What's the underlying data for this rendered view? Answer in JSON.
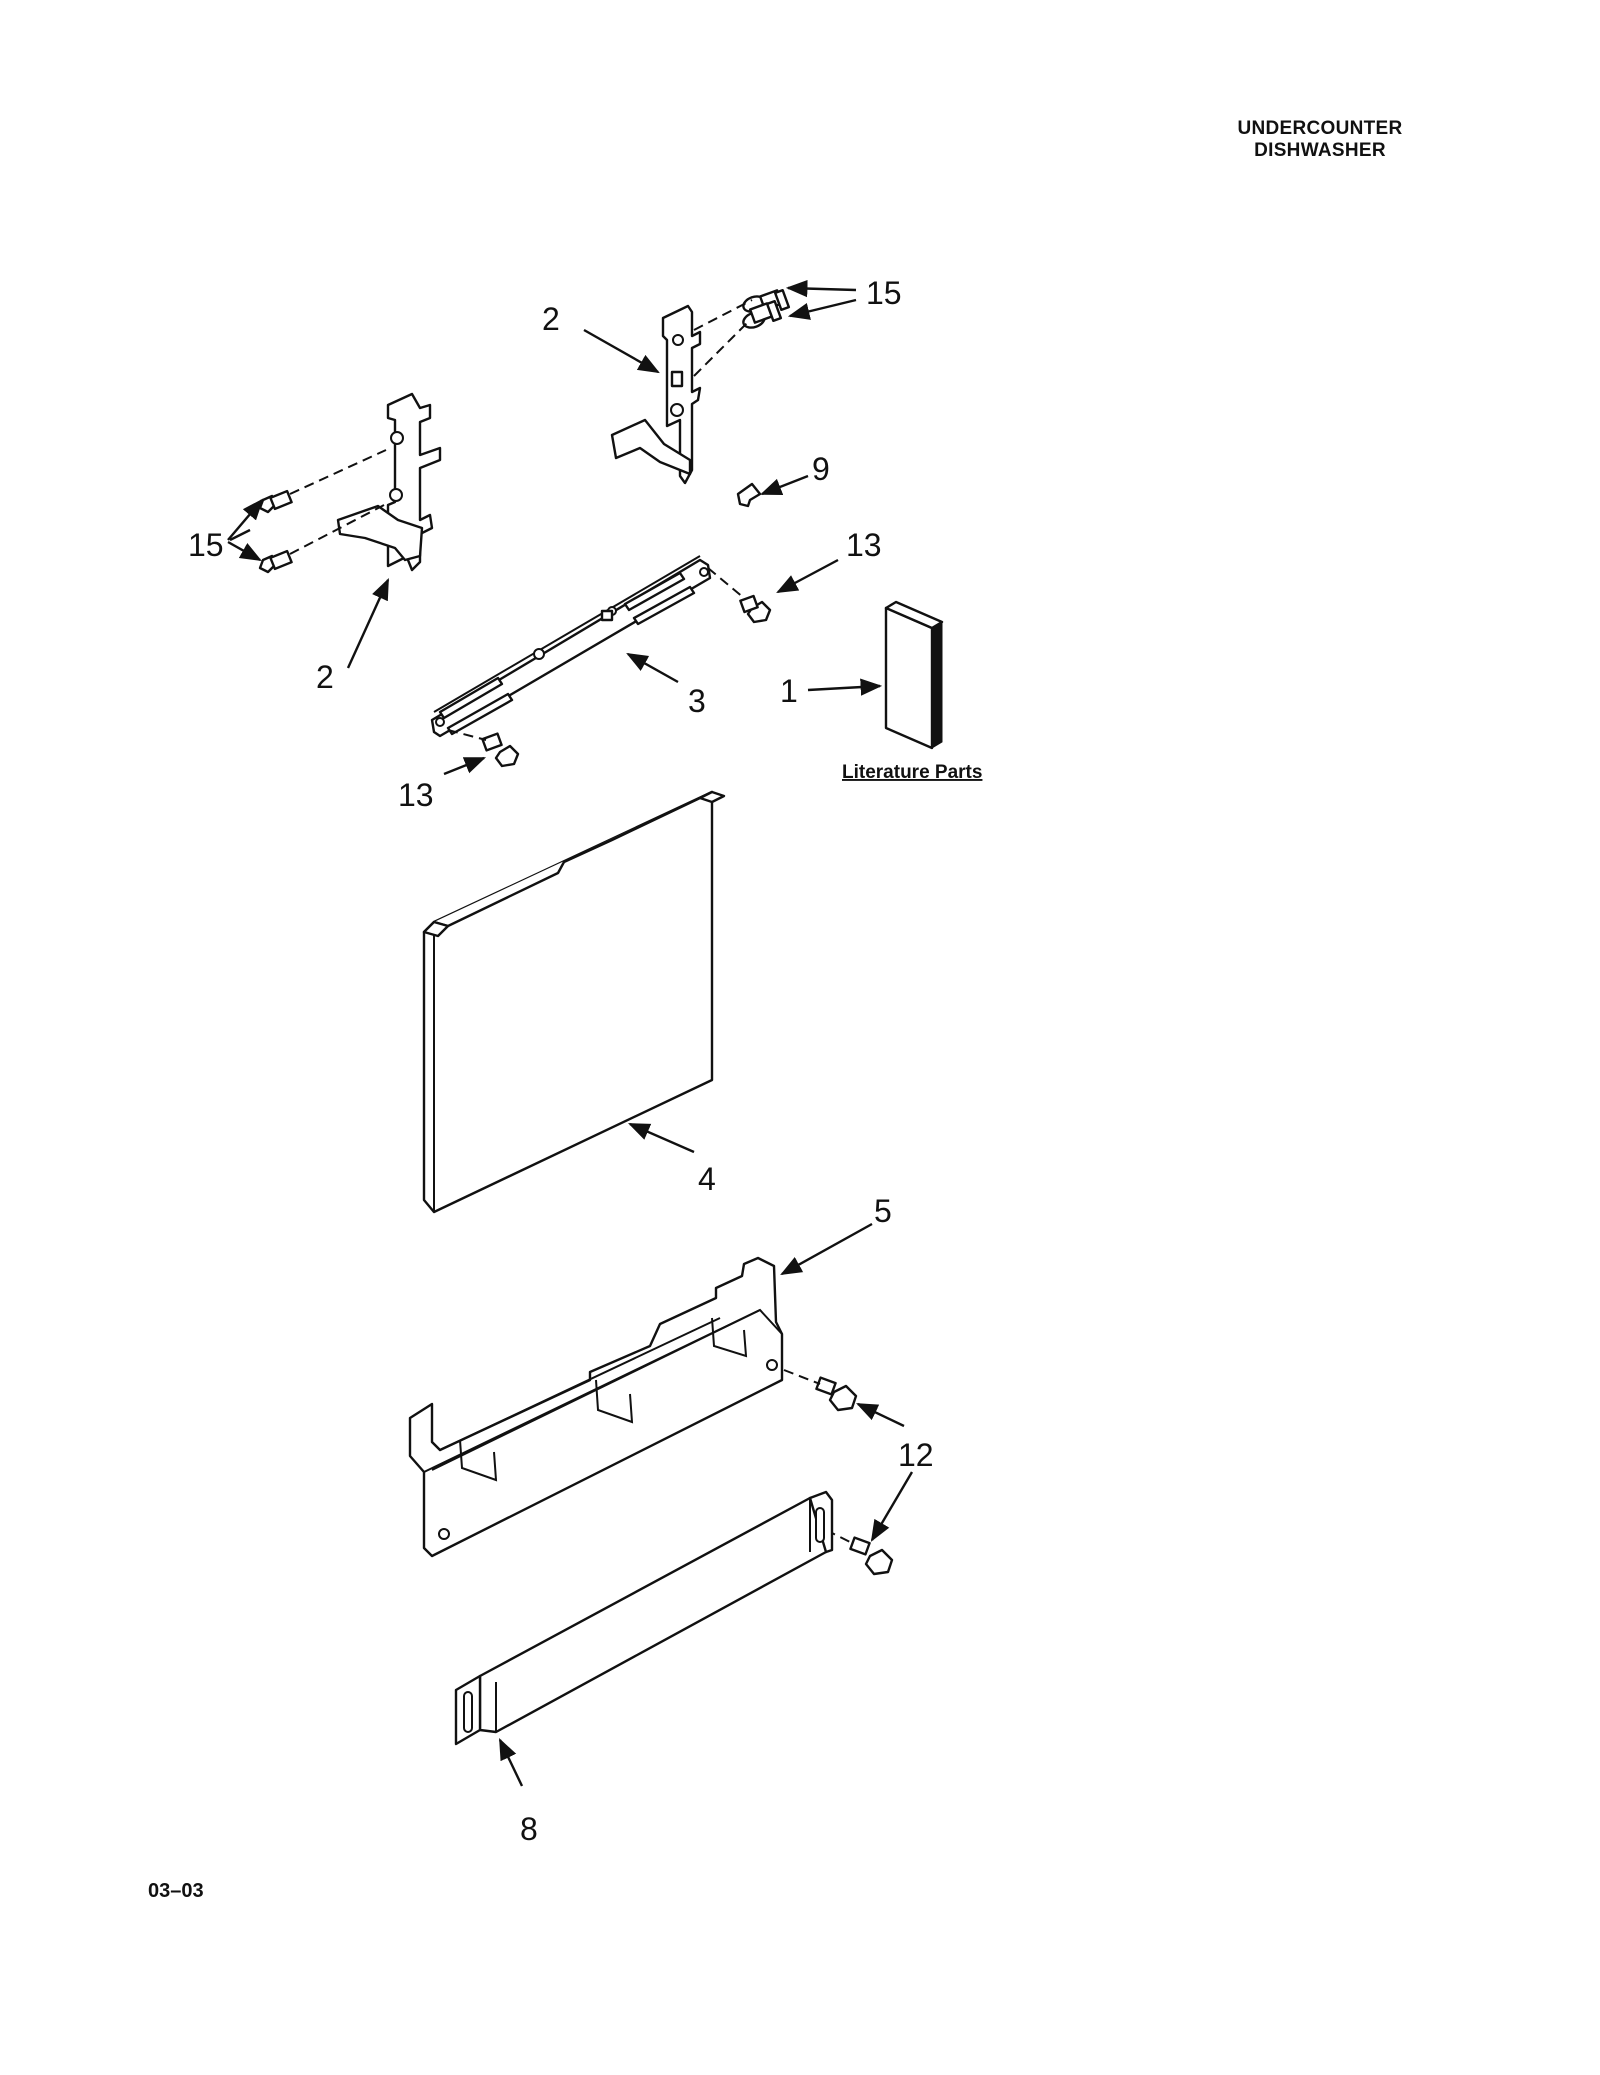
{
  "header": {
    "line1": "UNDERCOUNTER",
    "line2": "DISHWASHER"
  },
  "footer": {
    "code": "03–03"
  },
  "callouts": {
    "c1": "1",
    "c2a": "2",
    "c2b": "2",
    "c3": "3",
    "c4": "4",
    "c5": "5",
    "c8": "8",
    "c9": "9",
    "c12": "12",
    "c13a": "13",
    "c13b": "13",
    "c15a": "15",
    "c15b": "15"
  },
  "literature": {
    "label": "Literature Parts"
  }
}
